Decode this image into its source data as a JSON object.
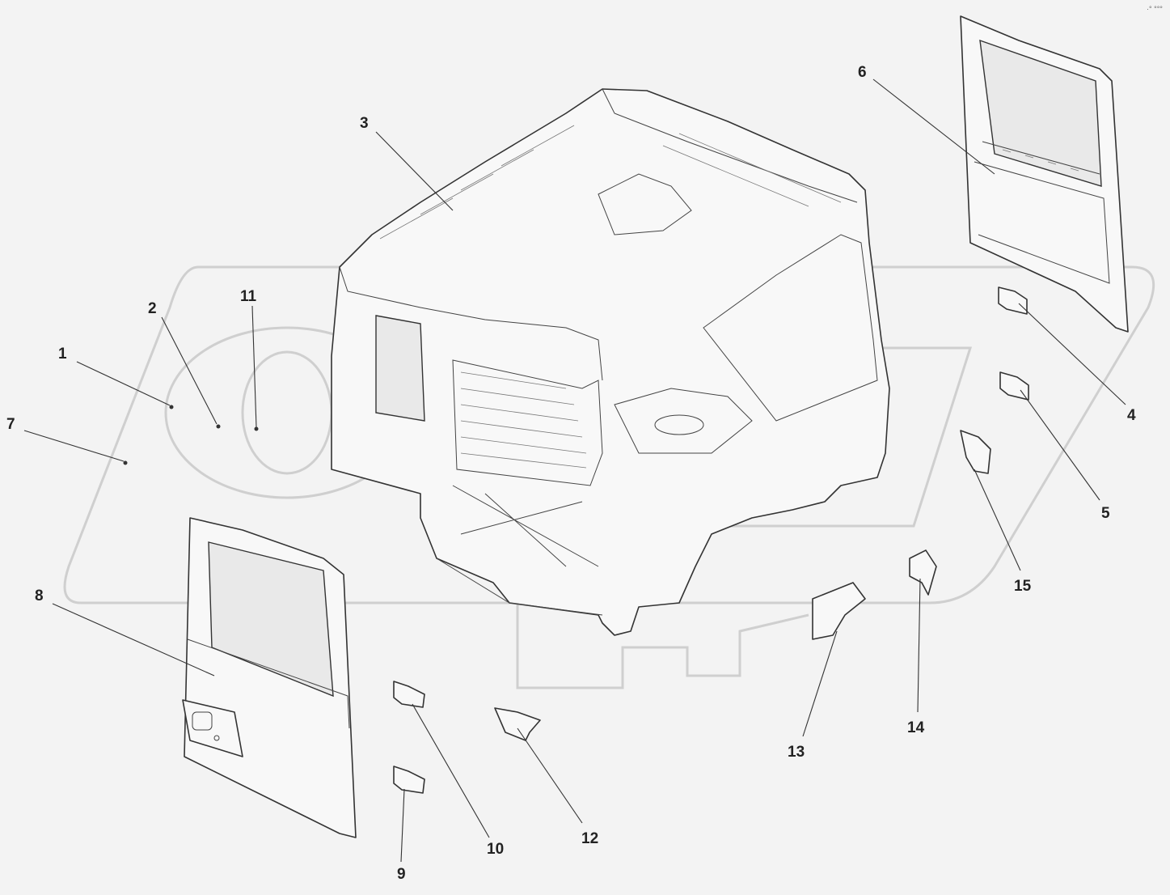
{
  "corner_mark": "·° °°°",
  "callouts": [
    {
      "num": "1"
    },
    {
      "num": "2"
    },
    {
      "num": "3"
    },
    {
      "num": "4"
    },
    {
      "num": "5"
    },
    {
      "num": "6"
    },
    {
      "num": "7"
    },
    {
      "num": "8"
    },
    {
      "num": "9"
    },
    {
      "num": "10"
    },
    {
      "num": "11"
    },
    {
      "num": "12"
    },
    {
      "num": "13"
    },
    {
      "num": "14"
    },
    {
      "num": "15"
    }
  ],
  "colors": {
    "background": "#f3f3f3",
    "line": "#333333",
    "watermark": "#cfcfcf"
  }
}
